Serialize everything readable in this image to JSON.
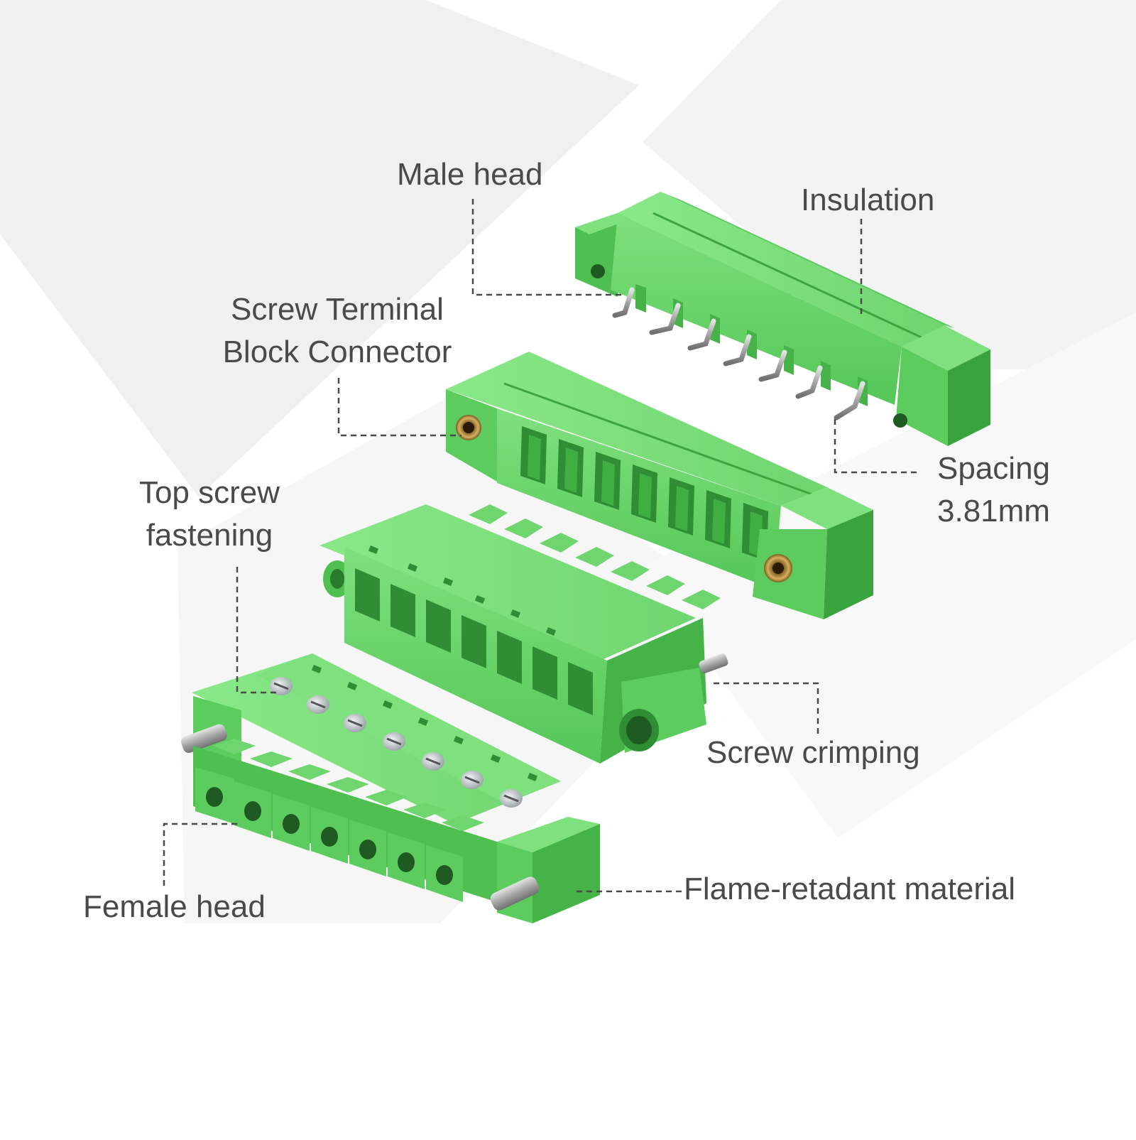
{
  "labels": {
    "male_head": "Male head",
    "insulation": "Insulation",
    "screw_terminal_line1": "Screw Terminal",
    "screw_terminal_line2": "Block Connector",
    "spacing_line1": "Spacing",
    "spacing_line2": "3.81mm",
    "top_screw_line1": "Top screw",
    "top_screw_line2": "fastening",
    "screw_crimping": "Screw crimping",
    "female_head": "Female head",
    "flame_retardant": "Flame-retadant material"
  },
  "pin_count": 7,
  "colors": {
    "connector_green": "#5ccc5e",
    "connector_light": "#7fe07e",
    "connector_dark": "#3aa33e",
    "label_text": "#4a4a4a",
    "leader_line": "#4a4a4a",
    "background": "#ffffff",
    "background_shape": "#f2f2f2"
  }
}
